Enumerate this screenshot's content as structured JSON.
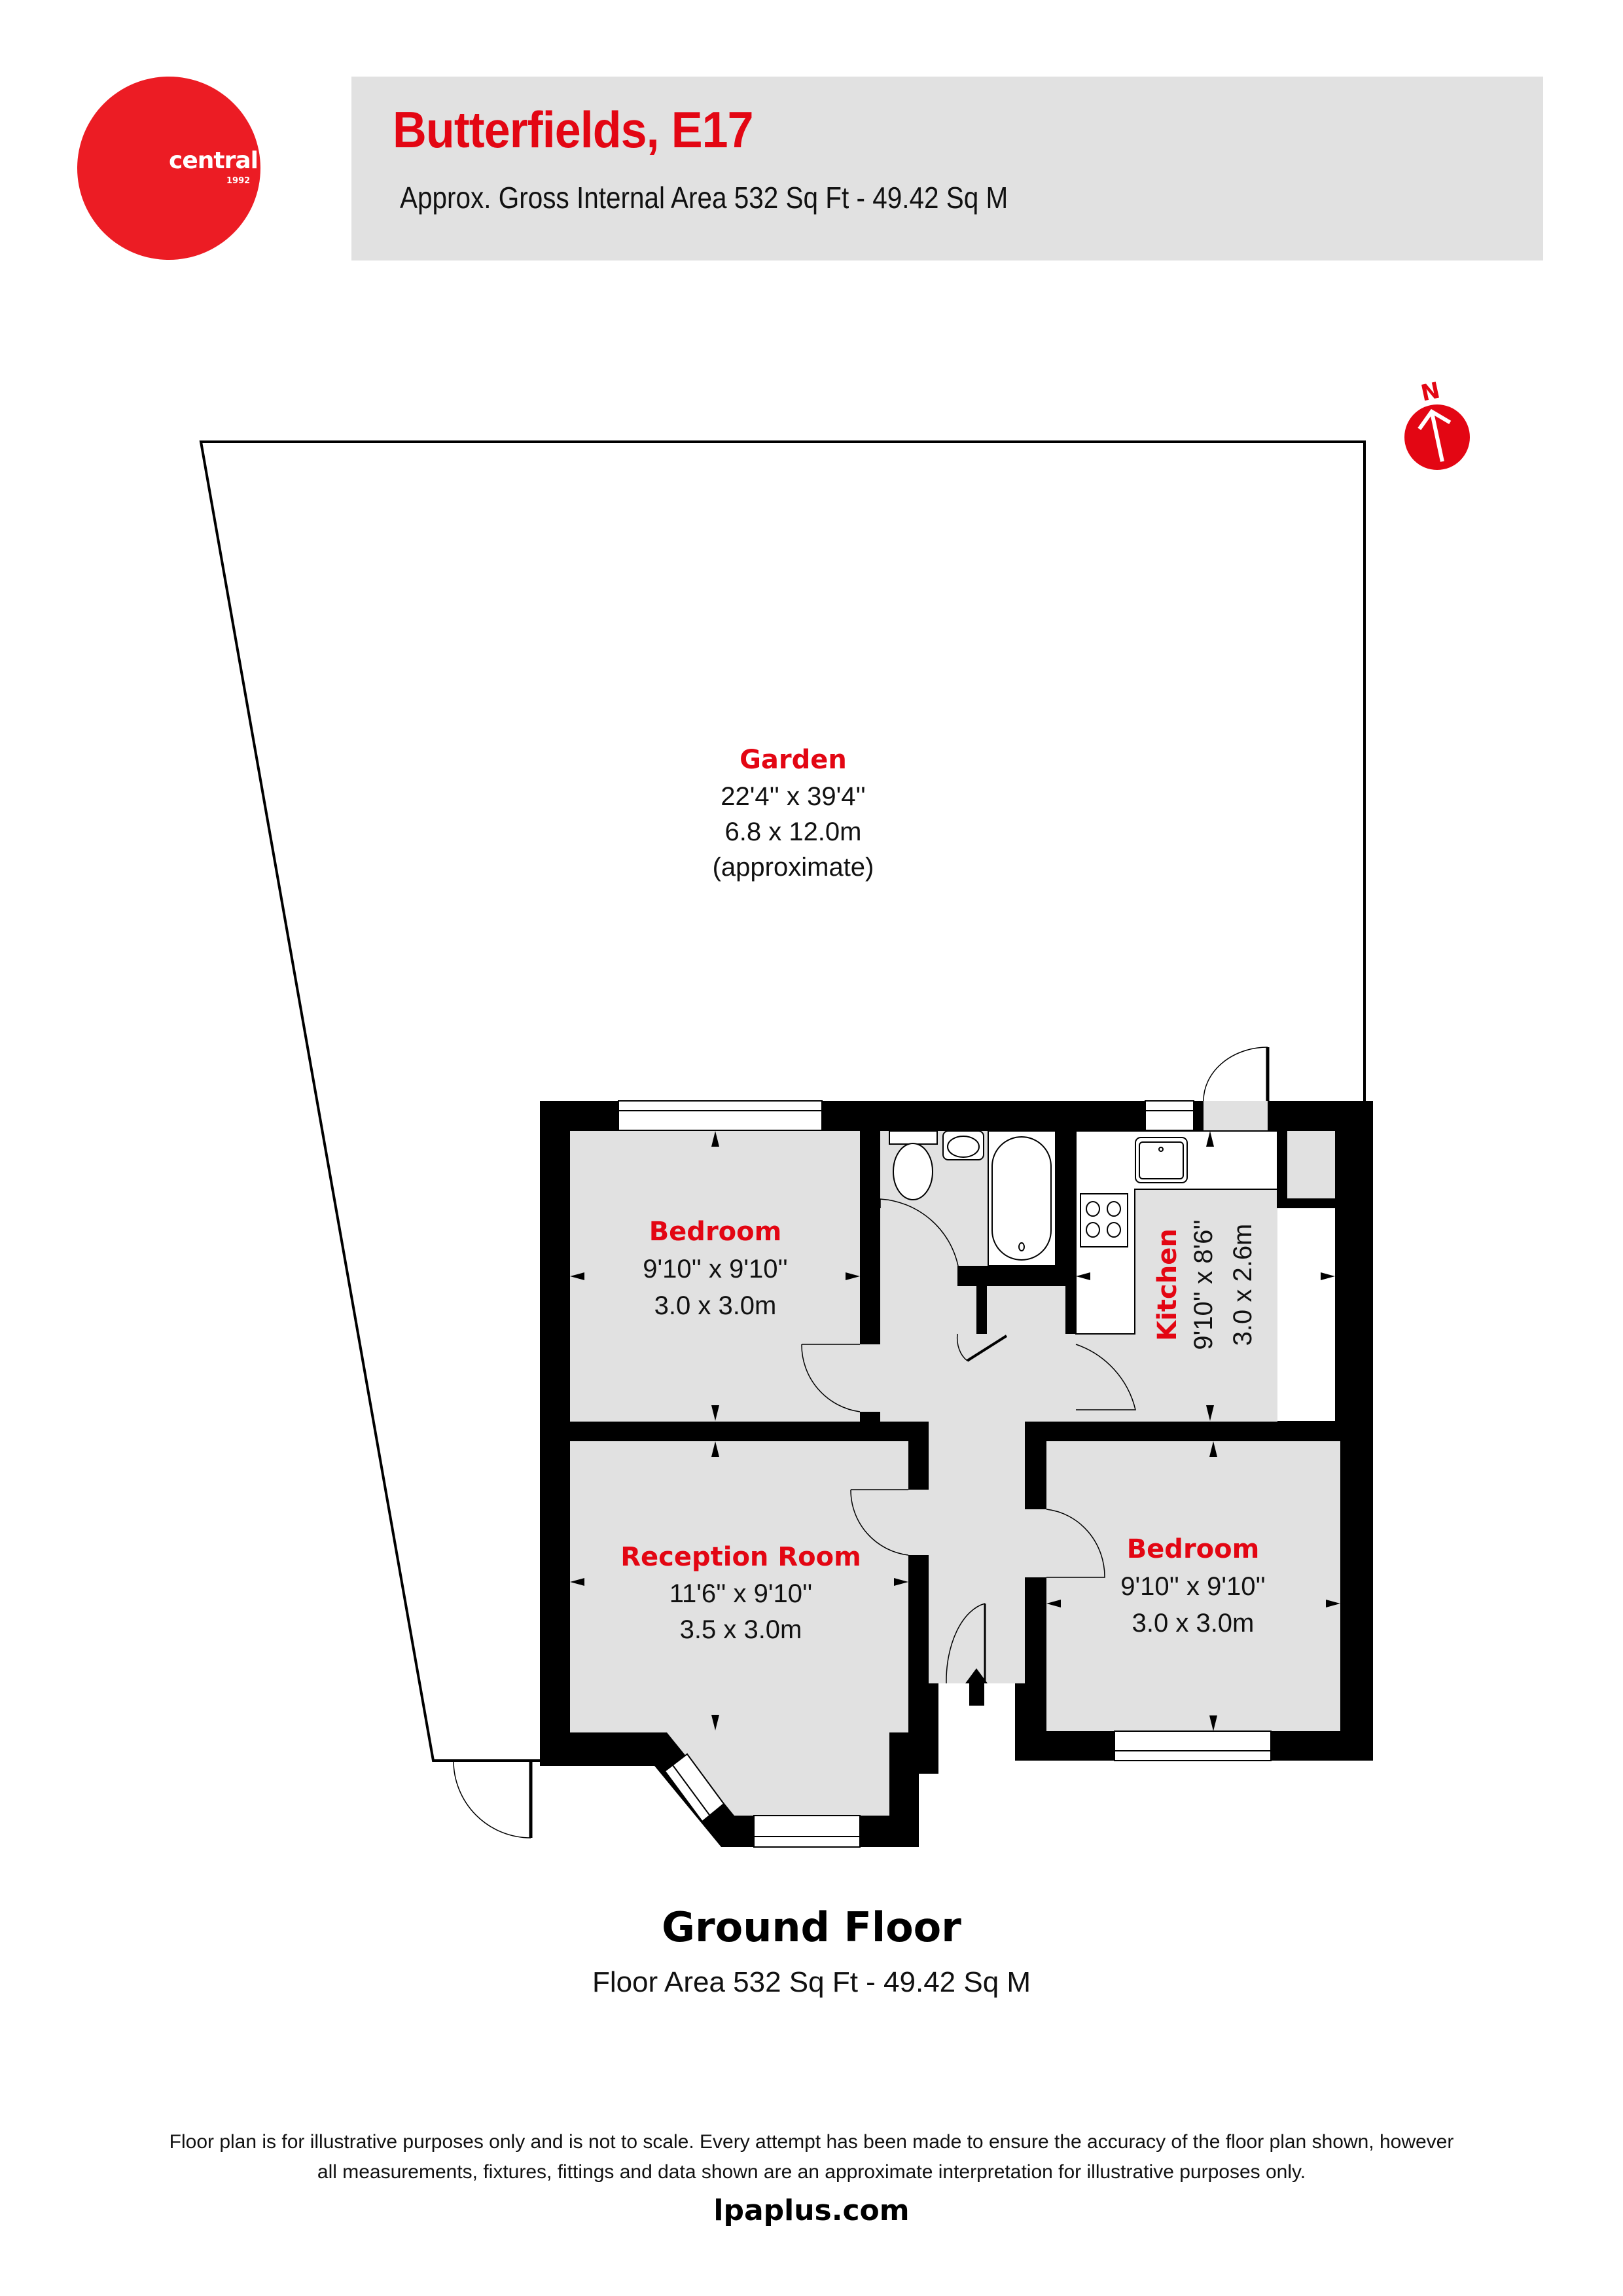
{
  "brand": {
    "logo_word": "central",
    "logo_year": "1992",
    "color": "#ec1c24"
  },
  "header": {
    "title": "Butterfields, E17",
    "subtitle": "Approx. Gross Internal Area 532 Sq Ft - 49.42 Sq M",
    "title_color": "#e30613",
    "box_color": "#e1e1e1"
  },
  "compass": {
    "label": "N",
    "icon": "north-arrow-icon"
  },
  "rooms": {
    "garden": {
      "name": "Garden",
      "imperial": "22'4'' x 39'4''",
      "metric": "6.8 x 12.0m",
      "note": "(approximate)"
    },
    "bedroom_1": {
      "name": "Bedroom",
      "imperial": "9'10'' x 9'10''",
      "metric": "3.0 x 3.0m"
    },
    "kitchen": {
      "name": "Kitchen",
      "imperial": "9'10'' x 8'6''",
      "metric": "3.0 x 2.6m"
    },
    "reception": {
      "name": "Reception Room",
      "imperial": "11'6'' x 9'10''",
      "metric": "3.5 x 3.0m"
    },
    "bedroom_2": {
      "name": "Bedroom",
      "imperial": "9'10'' x 9'10''",
      "metric": "3.0 x 3.0m"
    }
  },
  "floor": {
    "title": "Ground Floor",
    "area": "Floor Area 532 Sq Ft - 49.42 Sq M"
  },
  "footer": {
    "disclaimer_line1": "Floor plan is for illustrative purposes only and is not to scale. Every attempt has been made to ensure the accuracy of the floor plan shown, however",
    "disclaimer_line2": "all measurements, fixtures, fittings and data shown are an approximate interpretation for illustrative purposes only.",
    "website": "lpaplus.com"
  },
  "colors": {
    "wall": "#000000",
    "floor_fill": "#e1e1e1",
    "accent": "#e30613"
  }
}
